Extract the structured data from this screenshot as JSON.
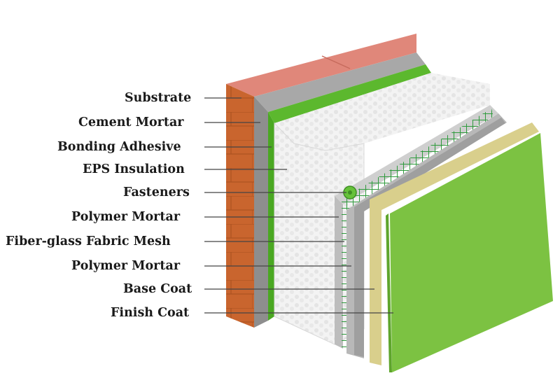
{
  "diagram": {
    "layers": [
      {
        "id": "substrate",
        "label": "Substrate"
      },
      {
        "id": "cement-mortar",
        "label": "Cement Mortar"
      },
      {
        "id": "bonding-adhesive",
        "label": "Bonding Adhesive"
      },
      {
        "id": "eps-insulation",
        "label": "EPS Insulation"
      },
      {
        "id": "fasteners",
        "label": "Fasteners"
      },
      {
        "id": "polymer-mortar-1",
        "label": "Polymer Mortar"
      },
      {
        "id": "fiberglass-mesh",
        "label": "Fiber-glass Fabric Mesh"
      },
      {
        "id": "polymer-mortar-2",
        "label": "Polymer Mortar"
      },
      {
        "id": "base-coat",
        "label": "Base Coat"
      },
      {
        "id": "finish-coat",
        "label": "Finish Coat"
      }
    ],
    "colors": {
      "brick_front": "#c9652e",
      "brick_top": "#e0877a",
      "mortar_gray": "#9a9a9a",
      "adhesive_green": "#5cb82e",
      "eps_white": "#f2f2f2",
      "mesh_green": "#2e9a3c",
      "base_coat_gray": "#b5b5b5",
      "beige": "#d9cf8c",
      "finish_green": "#7cc242"
    }
  }
}
